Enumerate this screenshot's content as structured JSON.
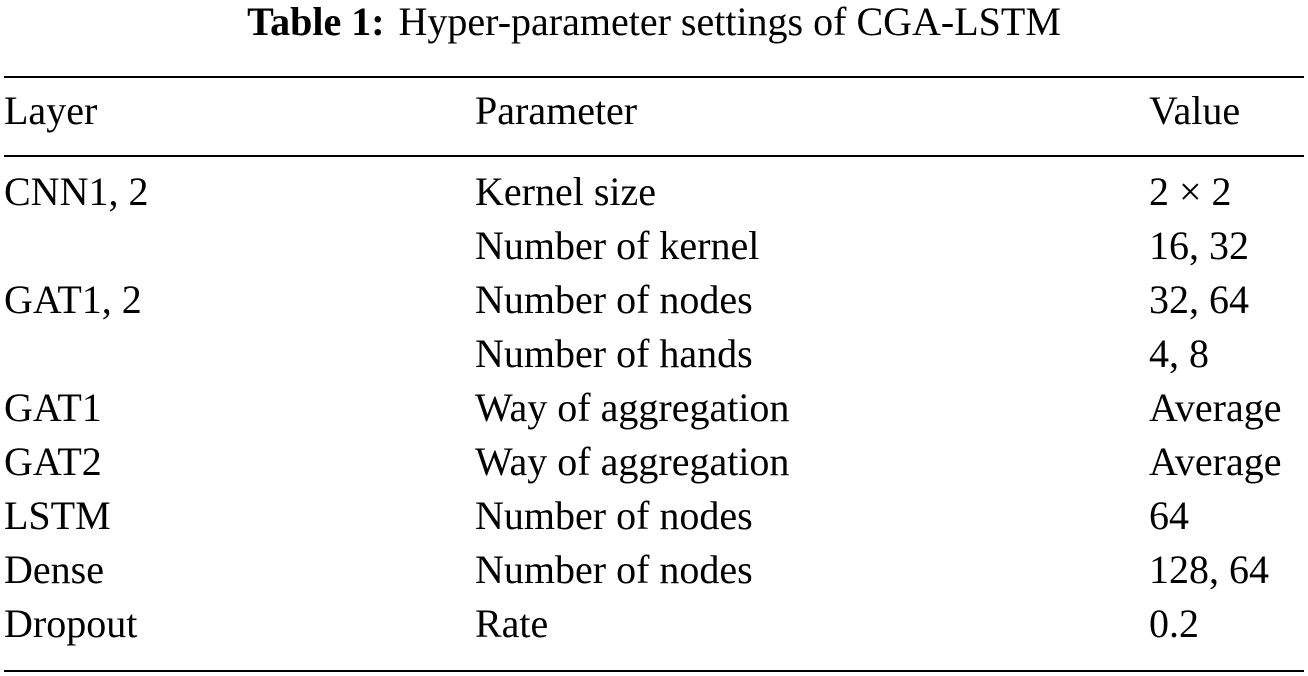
{
  "caption": {
    "label": "Table 1:",
    "title": "Hyper-parameter settings of CGA-LSTM"
  },
  "table": {
    "headers": {
      "layer": "Layer",
      "parameter": "Parameter",
      "value": "Value"
    },
    "rows": [
      {
        "layer": "CNN1, 2",
        "parameter": "Kernel size",
        "value": "2 × 2"
      },
      {
        "layer": "",
        "parameter": "Number of kernel",
        "value": "16, 32"
      },
      {
        "layer": "GAT1, 2",
        "parameter": "Number of nodes",
        "value": "32, 64"
      },
      {
        "layer": "",
        "parameter": "Number of hands",
        "value": "4, 8"
      },
      {
        "layer": "GAT1",
        "parameter": "Way of aggregation",
        "value": "Average"
      },
      {
        "layer": "GAT2",
        "parameter": "Way of aggregation",
        "value": "Average"
      },
      {
        "layer": "LSTM",
        "parameter": "Number of nodes",
        "value": "64"
      },
      {
        "layer": "Dense",
        "parameter": "Number of nodes",
        "value": "128, 64"
      },
      {
        "layer": "Dropout",
        "parameter": "Rate",
        "value": "0.2"
      }
    ]
  }
}
